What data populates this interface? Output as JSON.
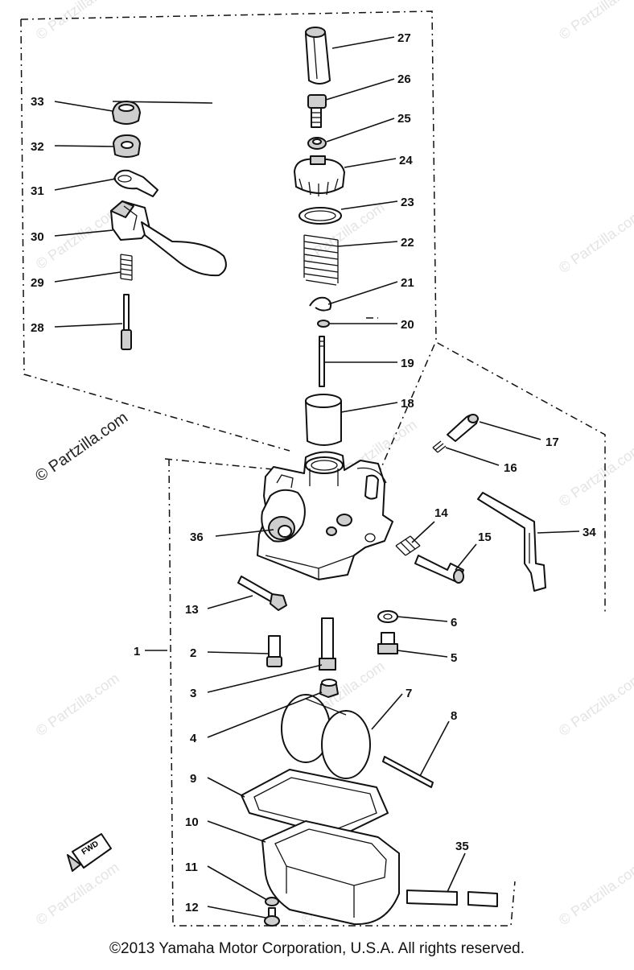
{
  "watermark": {
    "main": "© Partzilla.com",
    "faint": "© Partzilla.com"
  },
  "copyright": "©2013 Yamaha Motor Corporation, U.S.A. All rights reserved.",
  "fwd_label": "FWD",
  "callouts": [
    "1",
    "2",
    "3",
    "4",
    "5",
    "6",
    "7",
    "8",
    "9",
    "10",
    "11",
    "12",
    "13",
    "14",
    "15",
    "16",
    "17",
    "18",
    "19",
    "20",
    "21",
    "22",
    "23",
    "24",
    "25",
    "26",
    "27",
    "28",
    "29",
    "30",
    "31",
    "32",
    "33",
    "34",
    "35",
    "36"
  ]
}
